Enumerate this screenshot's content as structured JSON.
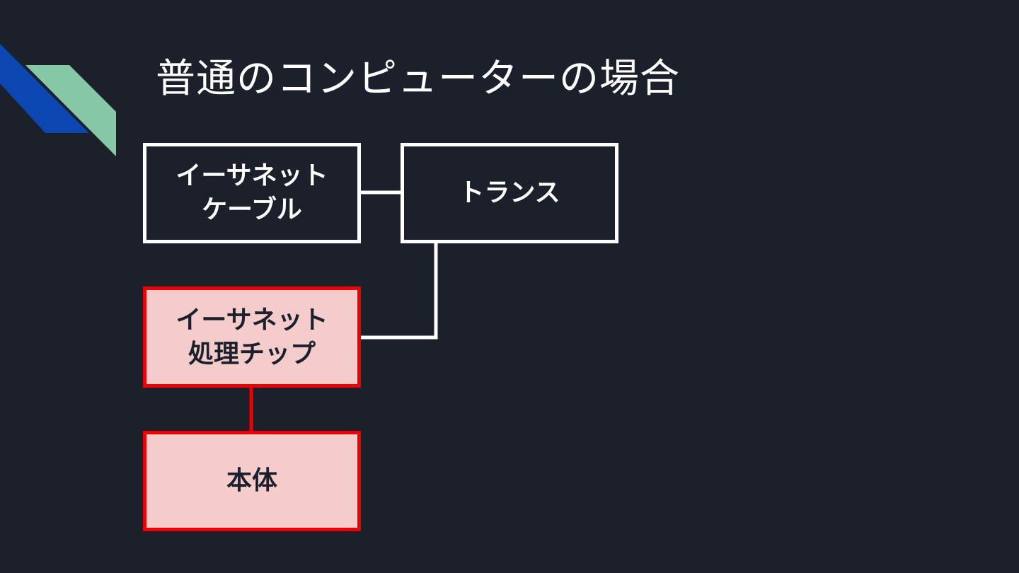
{
  "slide": {
    "title": "普通のコンピューターの場合"
  },
  "diagram": {
    "nodes": {
      "ethernet_cable": {
        "label": "イーサネット\nケーブル"
      },
      "transformer": {
        "label": "トランス"
      },
      "ethernet_chip": {
        "label": "イーサネット\n処理チップ"
      },
      "main_unit": {
        "label": "本体"
      }
    },
    "edges": [
      {
        "from": "ethernet_cable",
        "to": "transformer"
      },
      {
        "from": "transformer",
        "to": "ethernet_chip"
      },
      {
        "from": "ethernet_chip",
        "to": "main_unit"
      }
    ]
  },
  "colors": {
    "background": "#1b202b",
    "box_border": "#ffffff",
    "highlight_fill": "#f4cccc",
    "highlight_border": "#ee0000",
    "accent_blue": "#0c46b0",
    "accent_green": "#86c7a6"
  }
}
